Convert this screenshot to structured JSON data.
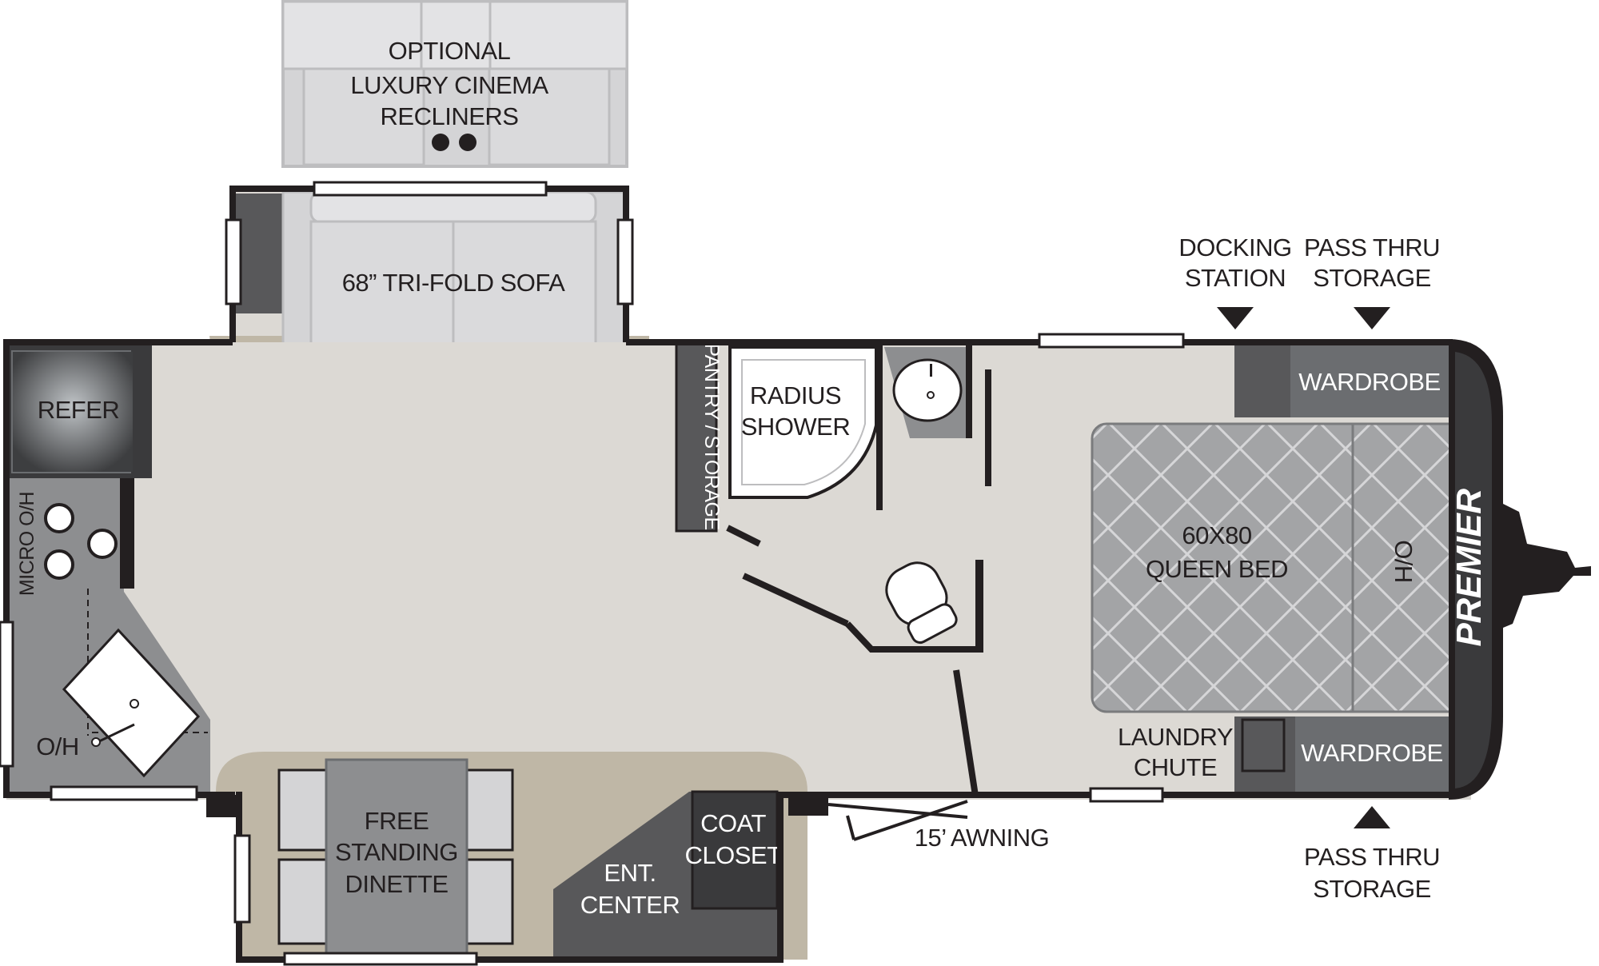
{
  "labels": {
    "optional_recliners": [
      "OPTIONAL",
      "LUXURY CINEMA",
      "RECLINERS"
    ],
    "sofa": "68” TRI-FOLD SOFA",
    "refer": "REFER",
    "micro": "MICRO O/H",
    "oh_kitchen": "O/H",
    "pantry": "PANTRY / STORAGE",
    "shower": [
      "RADIUS",
      "SHOWER"
    ],
    "docking": [
      "DOCKING",
      "STATION"
    ],
    "pass_thru_top": [
      "PASS THRU",
      "STORAGE"
    ],
    "pass_thru_bottom": [
      "PASS THRU",
      "STORAGE"
    ],
    "wardrobe_top": "WARDROBE",
    "wardrobe_bottom": "WARDROBE",
    "bed": [
      "60X80",
      "QUEEN BED"
    ],
    "oh_bed": "O/H",
    "laundry": [
      "LAUNDRY",
      "CHUTE"
    ],
    "dinette": [
      "FREE",
      "STANDING",
      "DINETTE"
    ],
    "ent_center": [
      "ENT.",
      "CENTER"
    ],
    "coat_closet": [
      "COAT",
      "CLOSET"
    ],
    "awning": "15’ AWNING",
    "brand": "PREMIER"
  },
  "colors": {
    "floor": "#dcd9d4",
    "wall": "#231f20",
    "counter": "#8d8e90",
    "furniture": "#d4d4d6",
    "bed": "#a3a4a6",
    "dark_cabinet": "#58585a",
    "tan_floor": "#bfb7a6"
  }
}
